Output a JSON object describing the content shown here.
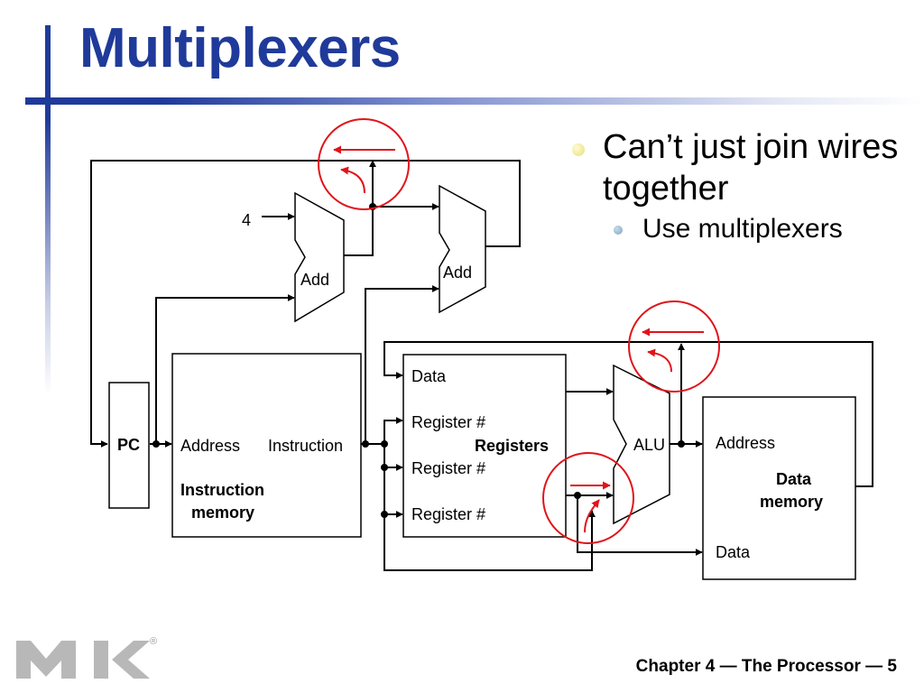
{
  "slide": {
    "title": "Multiplexers",
    "footer": "Chapter 4 — The Processor — 5",
    "accent_color": "#1f3a9a"
  },
  "bullets": {
    "main": "Can’t just join wires together",
    "sub": "Use multiplexers"
  },
  "diagram": {
    "constant_four": "4",
    "pc_label": "PC",
    "adder_label": "Add",
    "alu_label": "ALU",
    "instruction_memory": {
      "address_port": "Address",
      "instruction_port": "Instruction",
      "title_line1": "Instruction",
      "title_line2": "memory"
    },
    "registers": {
      "data_port": "Data",
      "register_port": "Register #",
      "title": "Registers"
    },
    "data_memory": {
      "address_port": "Address",
      "data_port": "Data",
      "title_line1": "Data",
      "title_line2": "memory"
    },
    "highlight_color": "#e0141b"
  },
  "logo": {
    "letters": "MK",
    "registered_mark": "®",
    "icon": "mk-publisher-logo"
  }
}
